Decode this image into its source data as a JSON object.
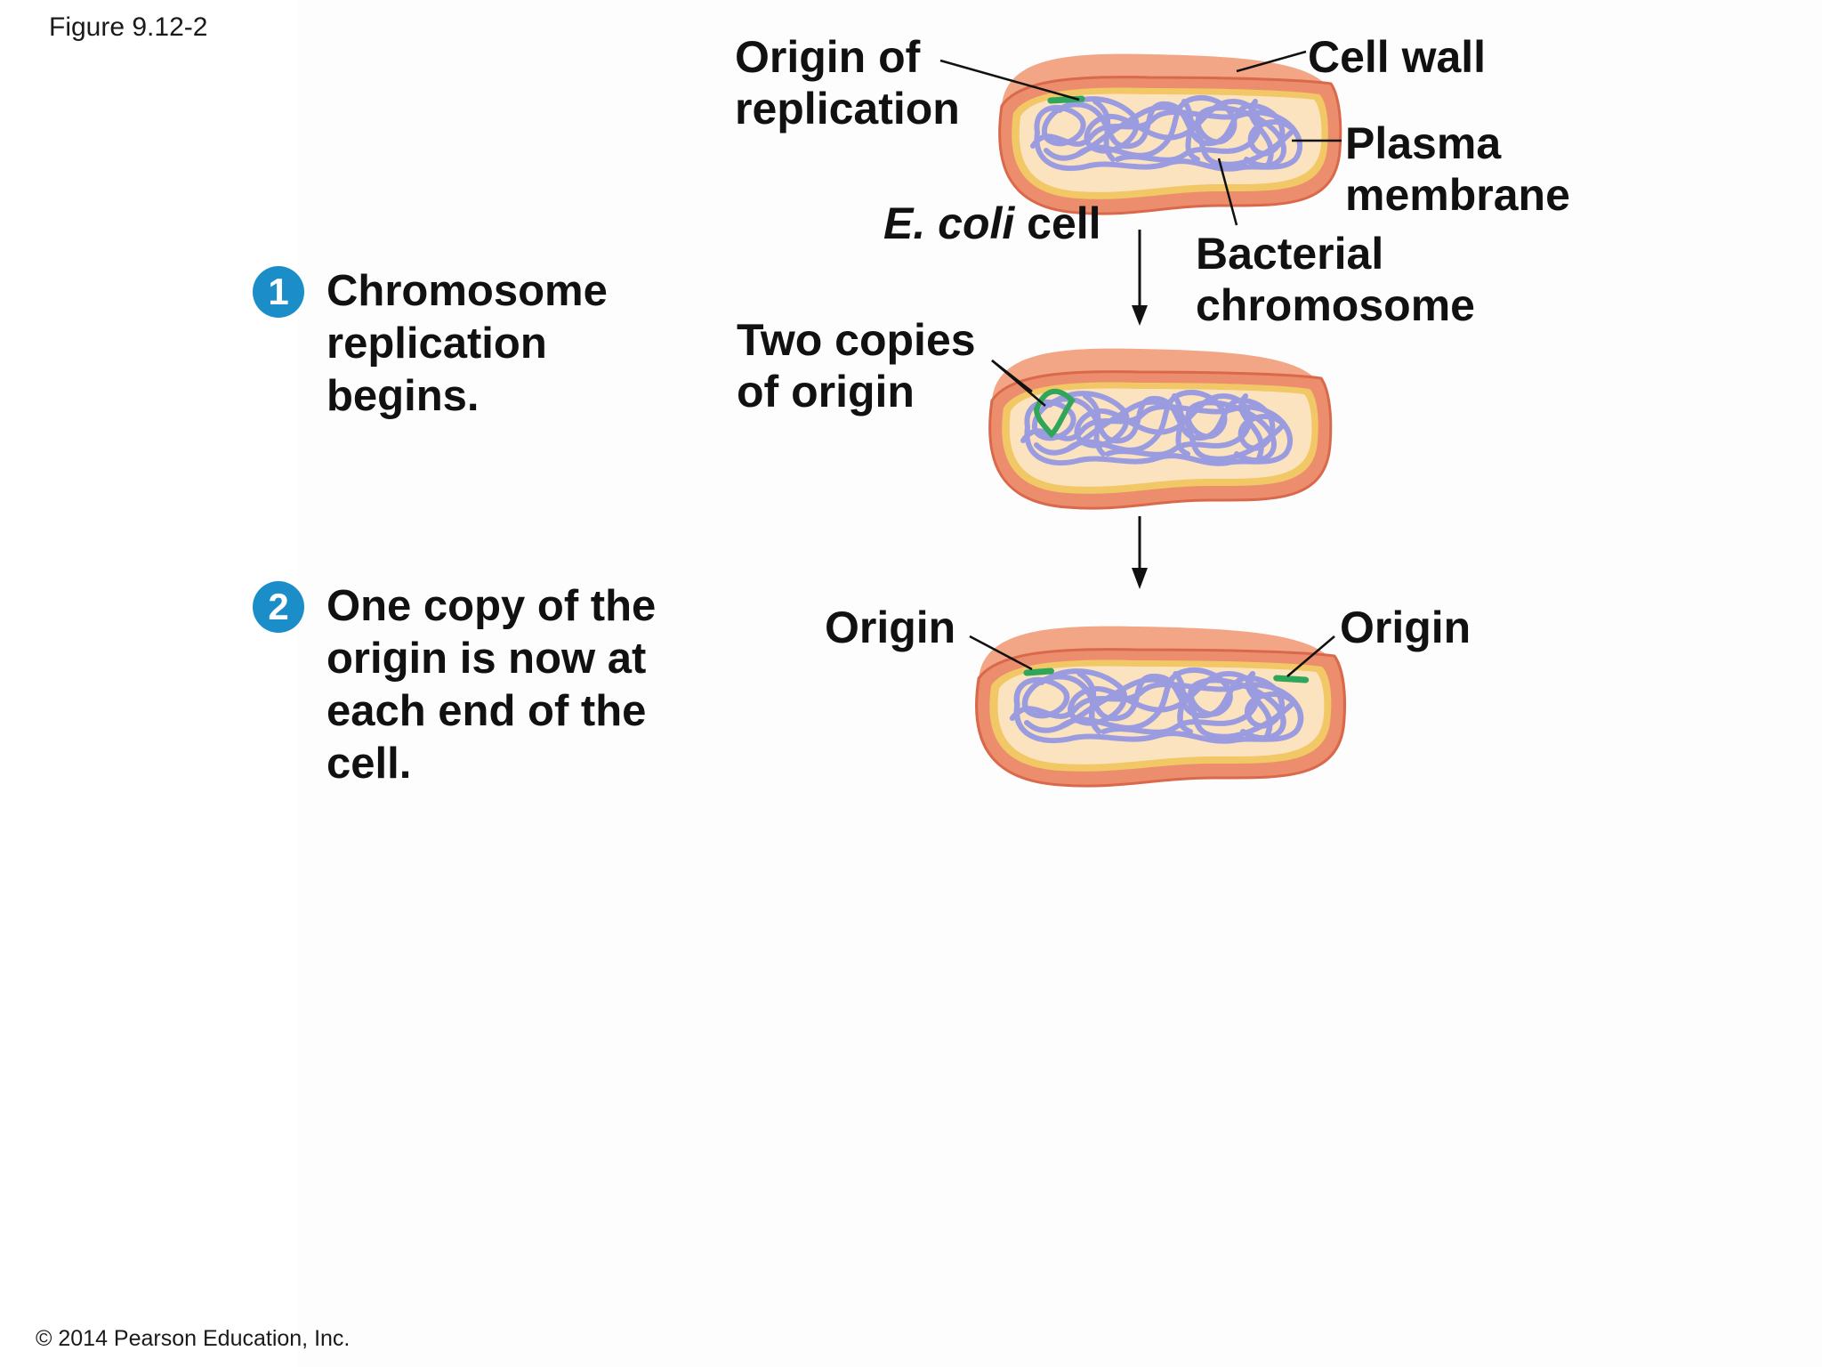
{
  "figure_label": "Figure 9.12-2",
  "copyright": "© 2014 Pearson Education, Inc.",
  "steps": [
    {
      "number": "1",
      "lines": [
        "Chromosome",
        "replication",
        "begins."
      ]
    },
    {
      "number": "2",
      "lines": [
        "One copy of the",
        "origin is now at",
        "each end of the",
        "cell."
      ]
    }
  ],
  "labels": {
    "origin_of_replication": [
      "Origin of",
      "replication"
    ],
    "cell_wall": "Cell wall",
    "plasma_membrane": [
      "Plasma",
      "membrane"
    ],
    "ecoli_italic": "E. coli",
    "ecoli_rest": " cell",
    "bacterial_chromosome": [
      "Bacterial",
      "chromosome"
    ],
    "two_copies": [
      "Two copies",
      "of origin"
    ],
    "origin_left": "Origin",
    "origin_right": "Origin"
  },
  "colors": {
    "cell_wall": "#ec8e6e",
    "cell_wall_edge": "#d9694a",
    "membrane": "#f2c766",
    "cytoplasm": "#fbe3bf",
    "chromosome": "#9b9be0",
    "origin": "#2fa65a",
    "badge": "#1b8ec9"
  }
}
